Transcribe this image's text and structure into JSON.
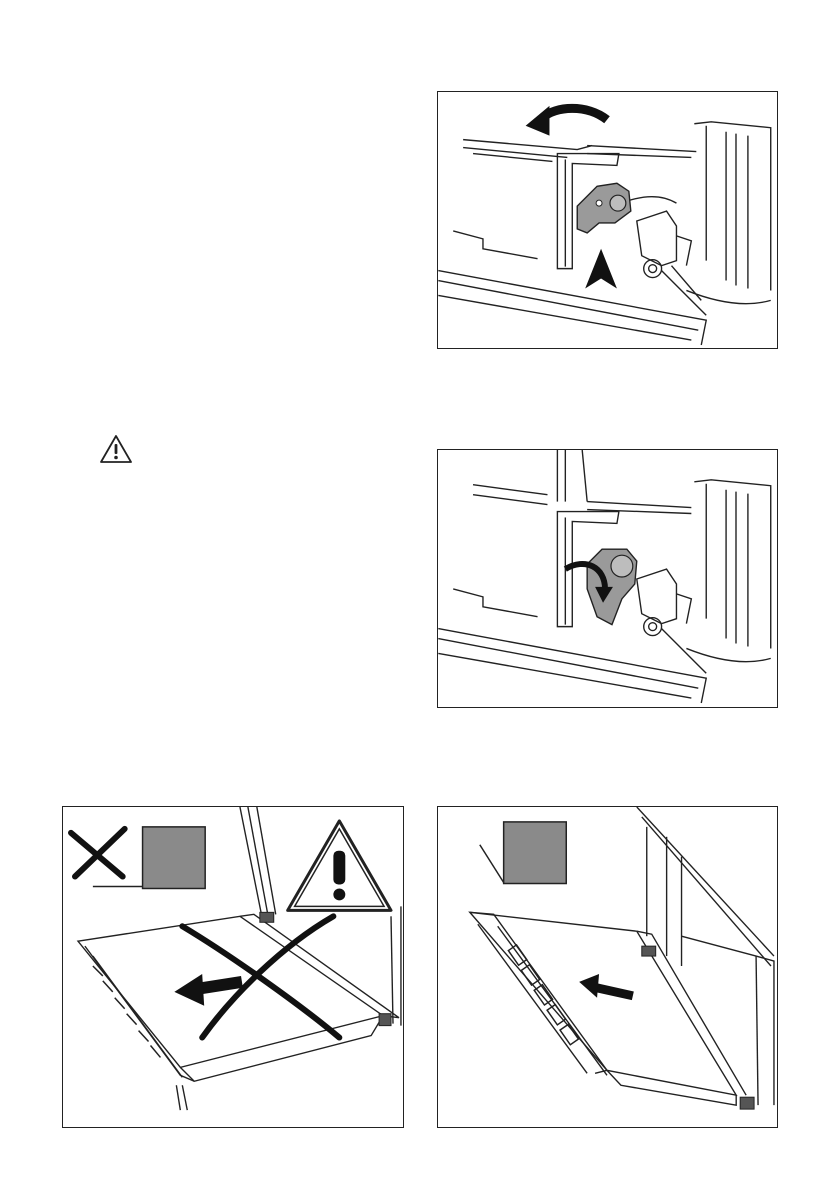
{
  "figures": [
    {
      "id": "fig1",
      "icons": [
        "rotate-arrow-icon",
        "push-up-arrow-icon"
      ]
    },
    {
      "id": "fig2",
      "icons": [
        "rotate-arrow-icon"
      ]
    },
    {
      "id": "fig3",
      "icons": [
        "warning-icon",
        "cross-icon",
        "direction-arrow-icon"
      ]
    },
    {
      "id": "fig4",
      "icons": [
        "direction-arrow-icon"
      ]
    }
  ],
  "colors": {
    "line": "#222222",
    "accent_grey": "#8a8a8a",
    "hinge_grey": "#9a9a9a"
  }
}
